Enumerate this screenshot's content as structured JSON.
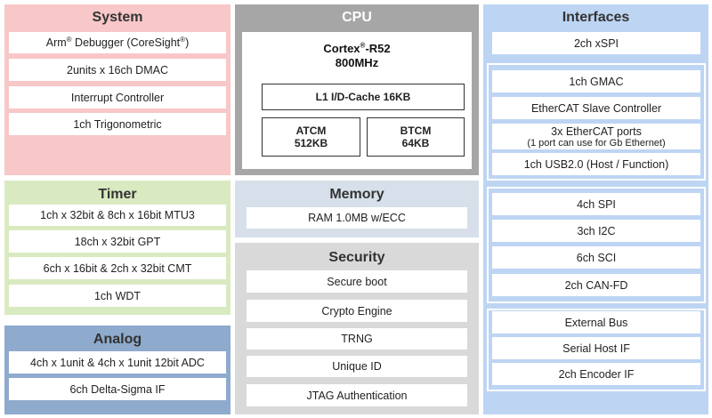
{
  "colors": {
    "system": "#f8c7c8",
    "timer": "#d9eac1",
    "analog": "#8eaacc",
    "cpu": "#a6a6a6",
    "memory": "#d7e0ea",
    "security": "#d9d9d9",
    "interfaces": "#bdd5f3"
  },
  "system": {
    "title": "System",
    "items": {
      "debugger_pre": "Arm",
      "debugger_reg": "®",
      "debugger_mid": " Debugger (CoreSight",
      "debugger_reg2": "®",
      "debugger_post": ")",
      "dmac": "2units x 16ch DMAC",
      "interrupt": "Interrupt Controller",
      "trig": "1ch Trigonometric"
    }
  },
  "timer": {
    "title": "Timer",
    "items": [
      "1ch x 32bit & 8ch x 16bit MTU3",
      "18ch x 32bit GPT",
      "6ch x 16bit & 2ch x 32bit CMT",
      "1ch WDT"
    ]
  },
  "analog": {
    "title": "Analog",
    "items": [
      "4ch x 1unit & 4ch x 1unit 12bit ADC",
      "6ch Delta-Sigma IF"
    ]
  },
  "cpu": {
    "title": "CPU",
    "core_pre": "Cortex",
    "core_reg": "®",
    "core_post": "-R52",
    "freq": "800MHz",
    "cache": "L1 I/D-Cache 16KB",
    "atcm_name": "ATCM",
    "atcm_size": "512KB",
    "btcm_name": "BTCM",
    "btcm_size": "64KB"
  },
  "memory": {
    "title": "Memory",
    "items": [
      "RAM 1.0MB w/ECC"
    ]
  },
  "security": {
    "title": "Security",
    "items": [
      "Secure boot",
      "Crypto Engine",
      "TRNG",
      "Unique ID",
      "JTAG Authentication"
    ]
  },
  "interfaces": {
    "title": "Interfaces",
    "xspi": "2ch xSPI",
    "group1": {
      "gmac": "1ch GMAC",
      "ethercat": "EtherCAT Slave Controller",
      "ports_main": "3x EtherCAT ports",
      "ports_note": "(1 port can use for Gb Ethernet)",
      "usb": "1ch USB2.0 (Host / Function)"
    },
    "group2": [
      "4ch SPI",
      "3ch I2C",
      "6ch SCI",
      "2ch CAN-FD"
    ],
    "group3": [
      "External Bus",
      "Serial Host IF",
      "2ch Encoder IF"
    ]
  }
}
